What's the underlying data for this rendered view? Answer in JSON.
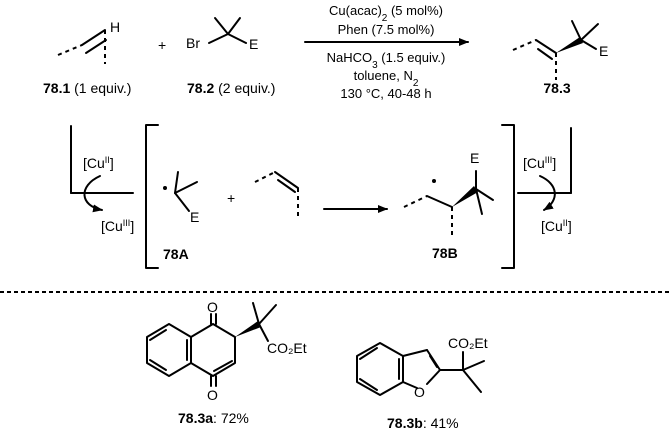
{
  "top": {
    "substrate1": {
      "id": "78.1",
      "note": "(1 equiv.)",
      "atom_h": "H"
    },
    "substrate2": {
      "id": "78.2",
      "note": "(2 equiv.)",
      "atom_br": "Br",
      "atom_e": "E"
    },
    "plus": "+",
    "conditions": {
      "line1_main": "Cu(acac)",
      "line1_sub": "2",
      "line1_rest": " (5 mol%)",
      "line2": "Phen (7.5 mol%)",
      "line3_main": "NaHCO",
      "line3_sub": "3",
      "line3_rest": " (1.5 equiv.)",
      "line4_main": "toluene, N",
      "line4_sub": "2",
      "line5": "130 °C, 40-48 h"
    },
    "product": {
      "id": "78.3",
      "atom_e": "E"
    }
  },
  "mechanism": {
    "cu_left_top": {
      "main": "[Cu",
      "sup": "II",
      "end": "]"
    },
    "cu_left_bottom": {
      "main": "[Cu",
      "sup": "III",
      "end": "]"
    },
    "radical_a": {
      "id": "78A",
      "atom_e": "E"
    },
    "plus": "+",
    "radical_b": {
      "id": "78B",
      "atom_e": "E"
    },
    "cu_right_top": {
      "main": "[Cu",
      "sup": "III",
      "end": "]"
    },
    "cu_right_bottom": {
      "main": "[Cu",
      "sup": "II",
      "end": "]"
    }
  },
  "examples": [
    {
      "id": "78.3a",
      "yield": ": 72%",
      "group": "CO₂Et",
      "atom_o1": "O",
      "atom_o2": "O"
    },
    {
      "id": "78.3b",
      "yield": ": 41%",
      "group": "CO₂Et",
      "atom_o": "O"
    }
  ]
}
